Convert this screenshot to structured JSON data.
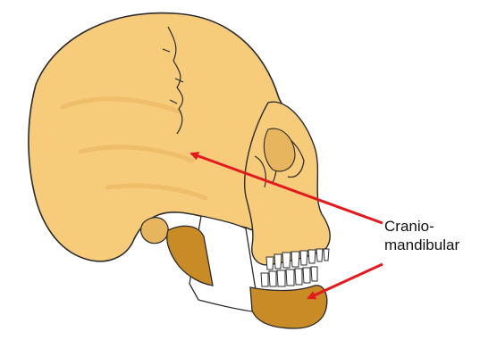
{
  "label": {
    "line1": "Cranio-",
    "line2": "mandibular"
  },
  "colors": {
    "bone": "#F6CB7A",
    "bone_shade": "#E7B55E",
    "mandible_dark": "#C98B26",
    "outline": "#2B2B2B",
    "teeth": "#FFFFFF",
    "arrow": "#E3191E"
  },
  "icons": {
    "subject": "skull-lateral-view"
  }
}
